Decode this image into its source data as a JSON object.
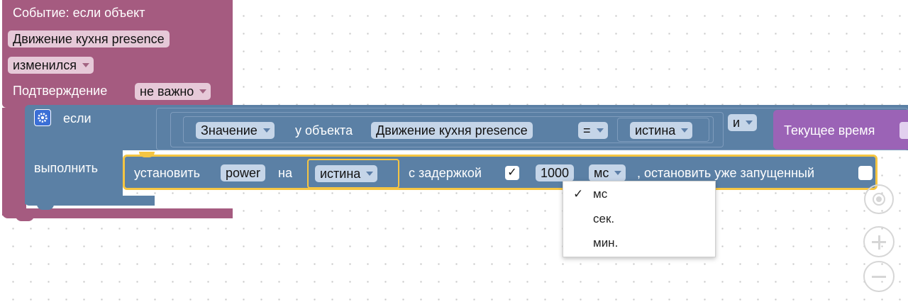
{
  "event_block": {
    "header": "Событие: если объект",
    "object_name": "Движение кухня presence",
    "change_value": "изменился",
    "confirmation_label": "Подтверждение",
    "confirmation_value": "не важно"
  },
  "if_block": {
    "if_label": "если",
    "do_label": "выполнить"
  },
  "condition": {
    "value_field": "Значение",
    "of_object_label": "у объекта",
    "object_name": "Движение кухня presence",
    "operator": "=",
    "compare_value": "истина",
    "logic_op": "и",
    "current_time_label": "Текущее время"
  },
  "action": {
    "set_label": "установить",
    "state_name": "power",
    "on_label": "на",
    "value": "истина",
    "delay_label": "с задержкой",
    "delay_checked": "✓",
    "delay_amount": "1000",
    "delay_unit": "мс",
    "stop_running_label": ", остановить уже запущенный"
  },
  "unit_menu": {
    "check_mark": "✓",
    "options": [
      "мс",
      "сек.",
      "мин."
    ]
  },
  "colors": {
    "event_block": "#a55b80",
    "logic_block": "#5b80a5",
    "time_block": "#9b63b6",
    "selection_outline": "#f5c542"
  },
  "icons": {
    "gear": "gear-icon",
    "center": "crosshair-icon",
    "zoom_in": "plus-icon",
    "zoom_out": "minus-icon"
  }
}
